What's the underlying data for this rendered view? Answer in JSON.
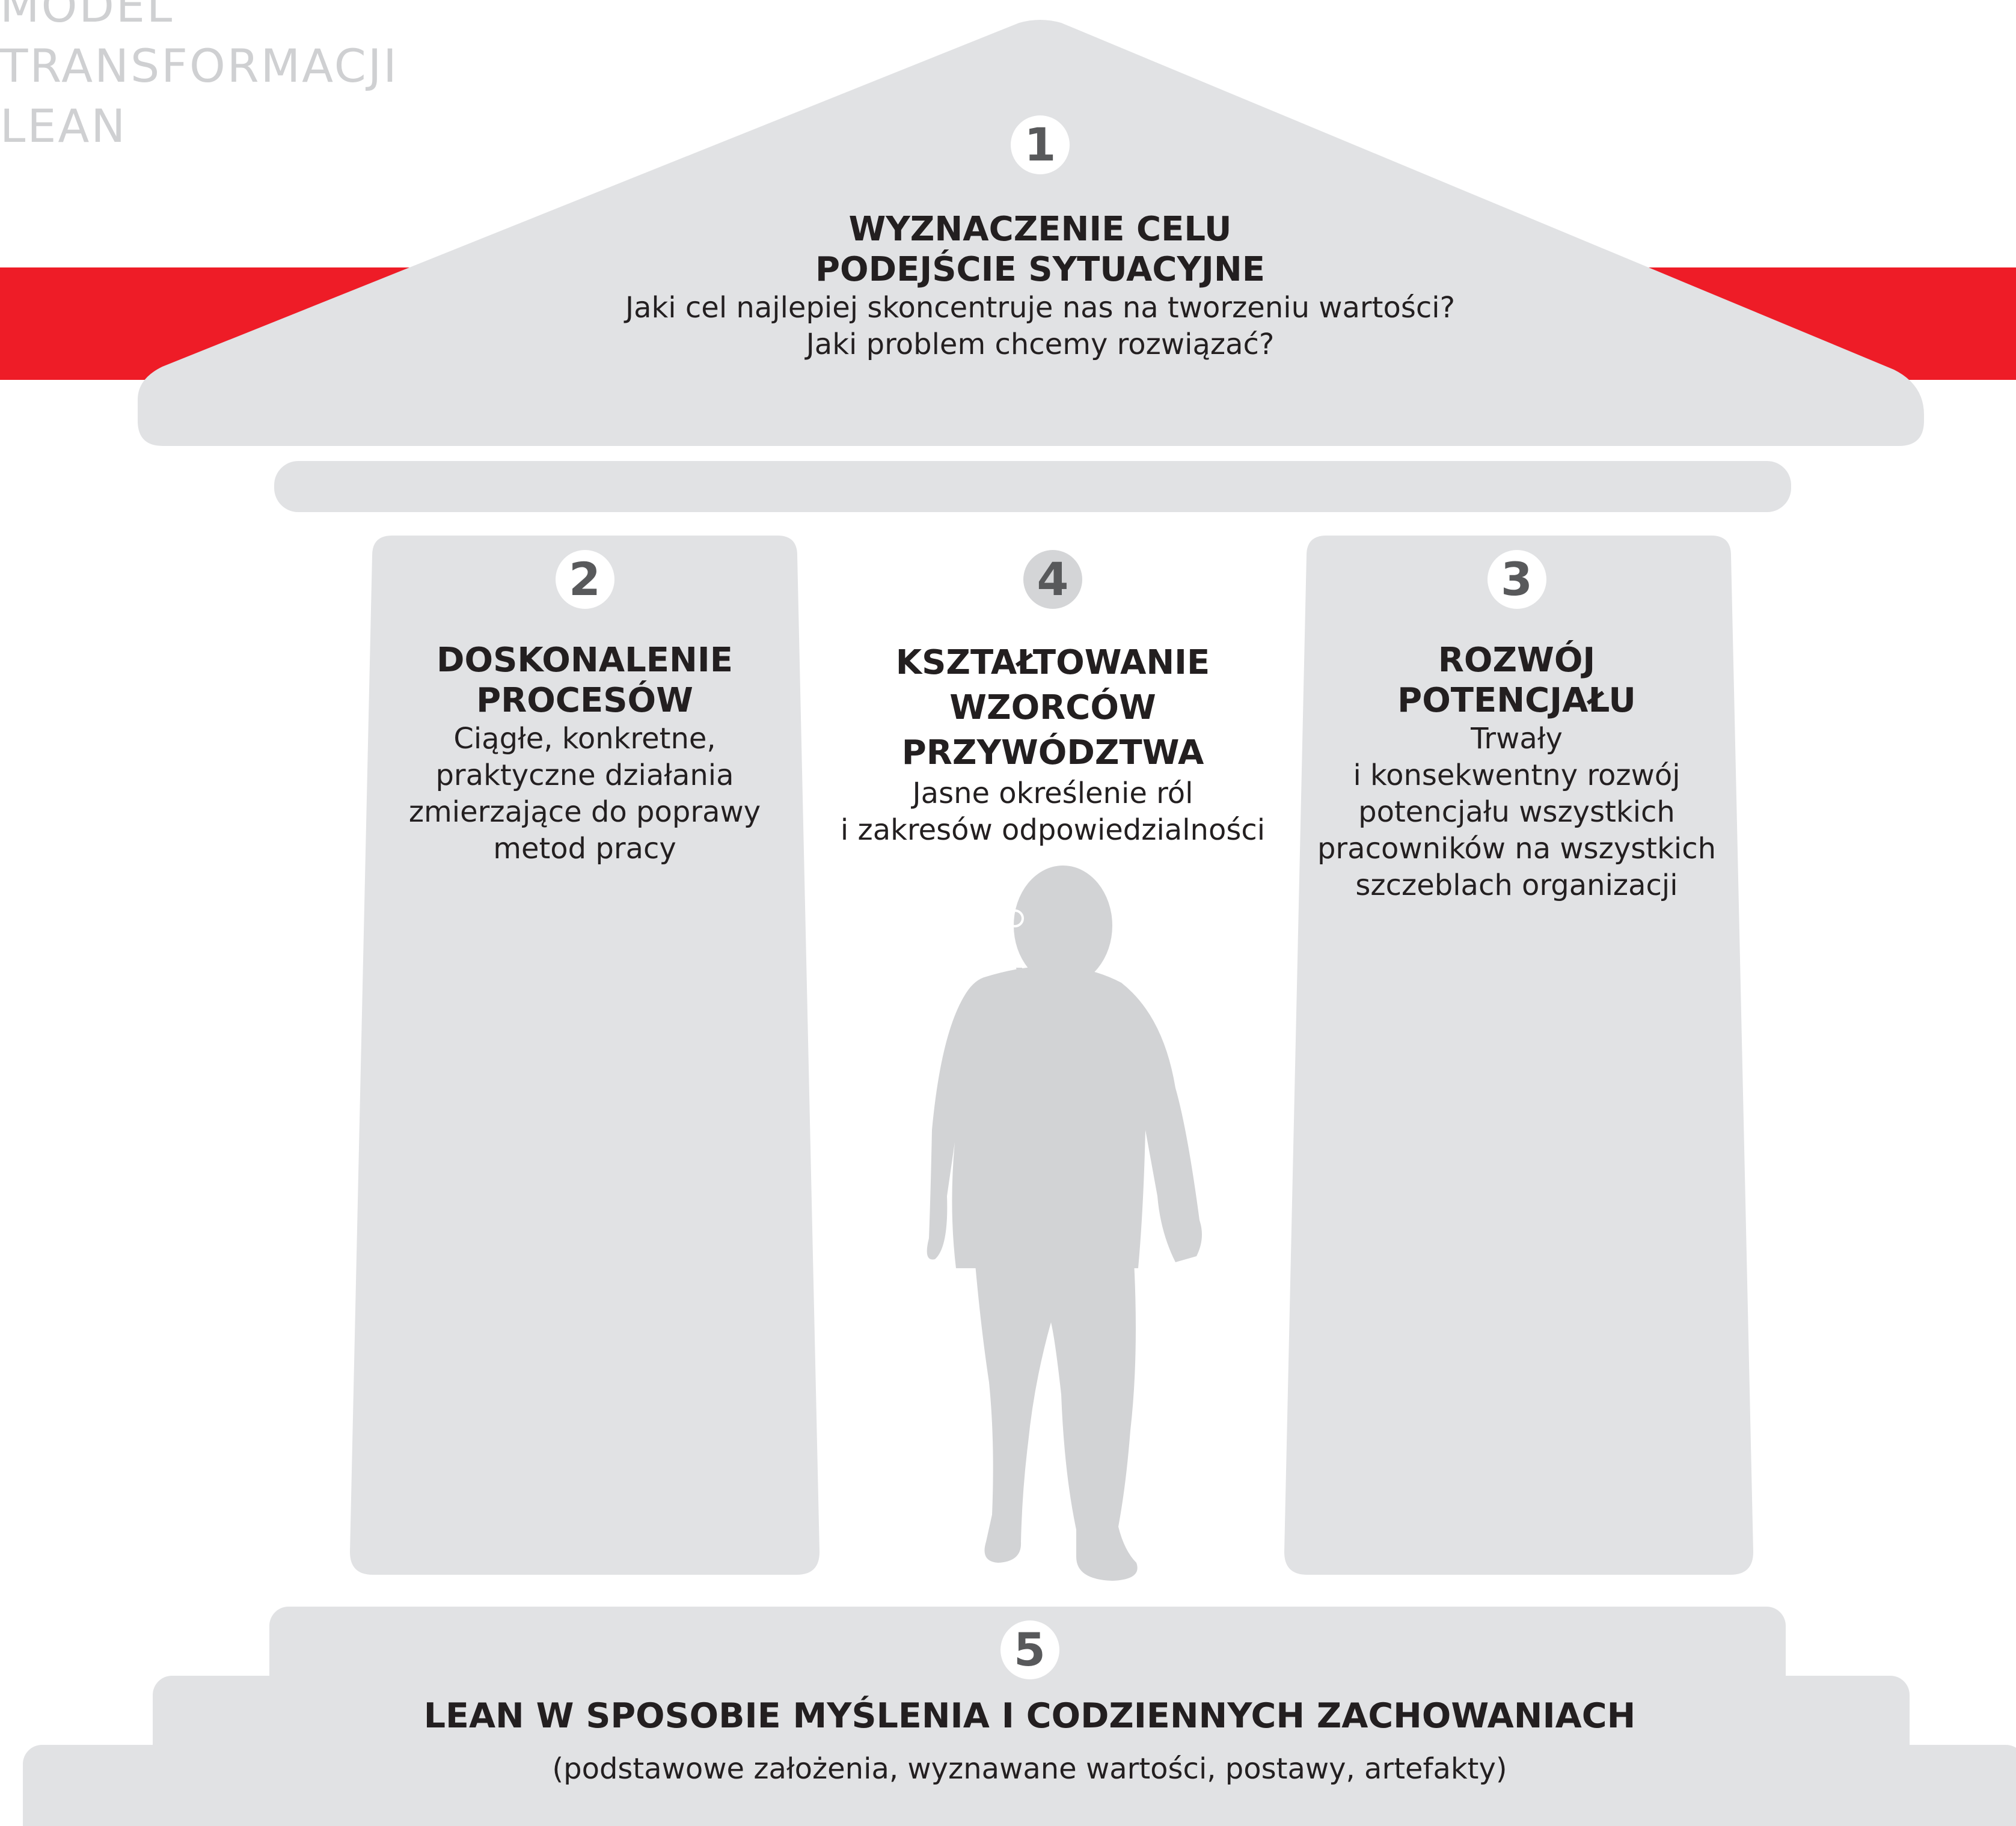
{
  "title_lines": [
    "MODEL",
    "TRANSFORMACJI",
    "LEAN"
  ],
  "colors": {
    "red_band": "#ee1c27",
    "shape_grey": "#e1e2e4",
    "figure_grey": "#d2d3d5",
    "heading_text": "#231f20",
    "badge_number": "#58595b",
    "corner_title": "#cfd0d2"
  },
  "roof": {
    "number": "1",
    "heading_1": "WYZNACZENIE CELU",
    "heading_2": "PODEJŚCIE SYTUACYJNE",
    "question_1": "Jaki cel najlepiej skoncentruje nas na tworzeniu wartości?",
    "question_2": "Jaki problem chcemy rozwiązać?"
  },
  "pillar_left": {
    "number": "2",
    "heading_1": "DOSKONALENIE",
    "heading_2": "PROCESÓW",
    "text_1": "Ciągłe, konkretne,",
    "text_2": "praktyczne działania",
    "text_3": "zmierzające do poprawy",
    "text_4": "metod pracy"
  },
  "center": {
    "number": "4",
    "heading_1": "KSZTAŁTOWANIE",
    "heading_2": "WZORCÓW",
    "heading_3": "PRZYWÓDZTWA",
    "text_1": "Jasne określenie ról",
    "text_2": "i zakresów odpowiedzialności",
    "figure_icon": "walking-person-silhouette"
  },
  "pillar_right": {
    "number": "3",
    "heading_1": "ROZWÓJ",
    "heading_2": "POTENCJAŁU",
    "text_1": "Trwały",
    "text_2": "i konsekwentny rozwój",
    "text_3": "potencjału wszystkich",
    "text_4": "pracowników na wszystkich",
    "text_5": "szczeblach organizacji"
  },
  "foundation": {
    "number": "5",
    "heading": "LEAN W SPOSOBIE MYŚLENIA I CODZIENNYCH ZACHOWANIACH",
    "text": "(podstawowe założenia, wyznawane wartości, postawy, artefakty)"
  }
}
